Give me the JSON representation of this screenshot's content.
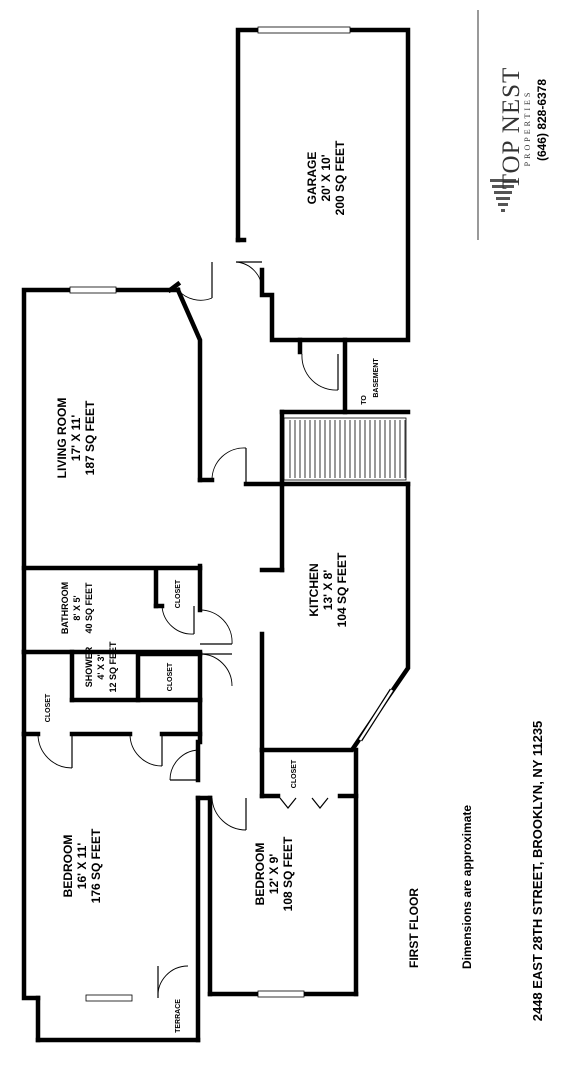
{
  "rooms": {
    "garage": {
      "name": "GARAGE",
      "dims": "20' X 10'",
      "area": "200 SQ FEET"
    },
    "living_room": {
      "name": "LIVING ROOM",
      "dims": "17' X 11'",
      "area": "187 SQ FEET"
    },
    "kitchen": {
      "name": "KITCHEN",
      "dims": "13' X 8'",
      "area": "104 SQ FEET"
    },
    "bathroom": {
      "name": "BATHROOM",
      "dims": "8' X 5'",
      "area": "40 SQ FEET"
    },
    "shower": {
      "name": "SHOWER",
      "dims": "4' X 3'",
      "area": "12 SQ FEET"
    },
    "bedroom_large": {
      "name": "BEDROOM",
      "dims": "16' X 11'",
      "area": "176 SQ FEET"
    },
    "bedroom_small": {
      "name": "BEDROOM",
      "dims": "12' X 9'",
      "area": "108 SQ FEET"
    }
  },
  "labels": {
    "closet": "CLOSET",
    "terrace": "TERRACE",
    "to_basement_line1": "TO",
    "to_basement_line2": "BASEMENT"
  },
  "info": {
    "floor": "FIRST FLOOR",
    "disclaimer": "Dimensions are approximate",
    "address": "2448 EAST 28TH STREET, BROOKLYN, NY 11235"
  },
  "logo": {
    "name": "TOP NEST",
    "tagline": "PROPERTIES",
    "phone": "(646) 828-6378"
  }
}
